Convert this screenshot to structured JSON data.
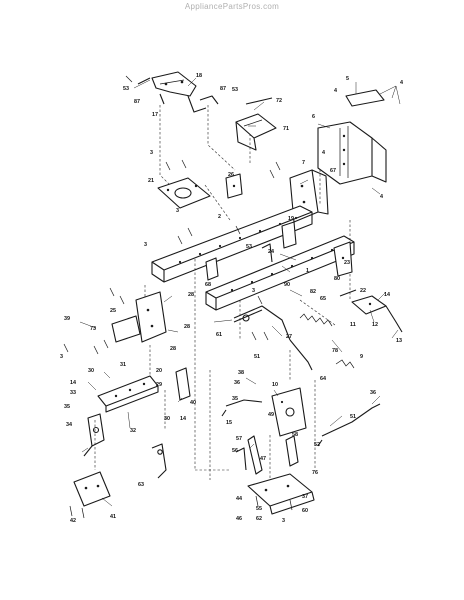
{
  "watermark": "AppliancePartsPros.com",
  "callouts": {
    "c53a": "53",
    "c87a": "87",
    "c18": "18",
    "c17": "17",
    "c87b": "87",
    "c53b": "53",
    "c72": "72",
    "c71": "71",
    "c5": "5",
    "c4a": "4",
    "c4b": "4",
    "c6": "6",
    "c4c": "4",
    "c3a": "3",
    "c21": "21",
    "c26": "26",
    "c7": "7",
    "c67": "67",
    "c4d": "4",
    "c2": "2",
    "c3b": "3",
    "c3c": "3",
    "c53c": "53",
    "c24": "24",
    "c19": "19",
    "c68": "68",
    "c23": "23",
    "c1": "1",
    "c80": "80",
    "c3d": "3",
    "c65": "65",
    "c90": "90",
    "c82": "82",
    "c14a": "14",
    "c22": "22",
    "c12": "12",
    "c11": "11",
    "c13": "13",
    "c25": "25",
    "c28a": "28",
    "c39": "39",
    "c73": "73",
    "c28b": "28",
    "c3e": "3",
    "c61": "61",
    "c28c": "28",
    "c51a": "51",
    "c27": "27",
    "c78": "78",
    "c9": "9",
    "c31": "31",
    "c30a": "30",
    "c20": "20",
    "c29": "29",
    "c38": "38",
    "c64": "64",
    "c14b": "14",
    "c33": "33",
    "c34": "34",
    "c35a": "35",
    "c32": "32",
    "c40": "40",
    "c30b": "30",
    "c14c": "14",
    "c36": "36",
    "c35b": "35",
    "c36b": "36",
    "c49": "49",
    "c51b": "51",
    "c10": "10",
    "c56": "56",
    "c57": "57",
    "c47": "47",
    "c63": "63",
    "c46": "46",
    "c55": "55",
    "c44": "44",
    "c37": "37",
    "c58": "58",
    "c42": "42",
    "c41": "41",
    "c76": "76",
    "c62": "62",
    "c3f": "3",
    "c60": "60",
    "c52": "52",
    "c15": "15"
  }
}
